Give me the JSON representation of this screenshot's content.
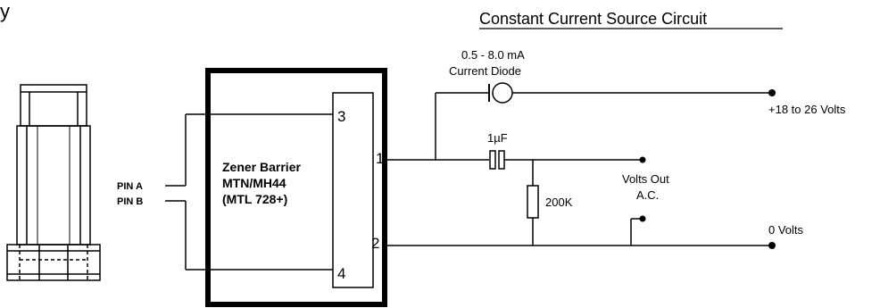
{
  "title": "Constant Current Source Circuit",
  "corner_fragment": "y",
  "diode": {
    "range": "0.5 - 8.0 mA",
    "name": "Current Diode"
  },
  "capacitor": {
    "value": "1µF"
  },
  "resistor": {
    "value": "200K"
  },
  "barrier": {
    "line1": "Zener Barrier",
    "line2": "MTN/MH44",
    "line3": "(MTL 728+)",
    "pins": {
      "p1": "1",
      "p2": "2",
      "p3": "3",
      "p4": "4"
    }
  },
  "sensor_pins": {
    "a": "PIN A",
    "b": "PIN B"
  },
  "outputs": {
    "supply": "+18 to 26 Volts",
    "ground": "0 Volts",
    "volts_out_line1": "Volts Out",
    "volts_out_line2": "A.C."
  }
}
